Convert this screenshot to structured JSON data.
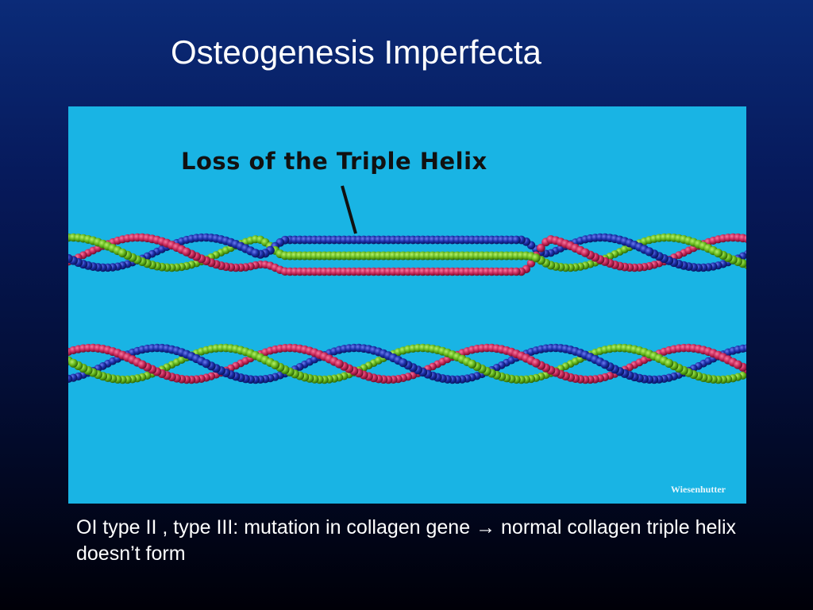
{
  "slide": {
    "title": "Osteogenesis Imperfecta",
    "caption": "OI type II , type III: mutation in collagen gene → normal collagen triple helix doesn’t form"
  },
  "figure": {
    "label": "Loss of the Triple Helix",
    "credit": "Wiesenhutter",
    "background_color": "#19b4e4",
    "strand_colors": {
      "blue": "#1c2fa8",
      "red": "#c8285a",
      "green": "#66b81e"
    },
    "helices": [
      {
        "name": "abnormal-helix",
        "description_shown": "strands separated in middle segment"
      },
      {
        "name": "normal-helix",
        "description_shown": "intact triple helix"
      }
    ]
  }
}
